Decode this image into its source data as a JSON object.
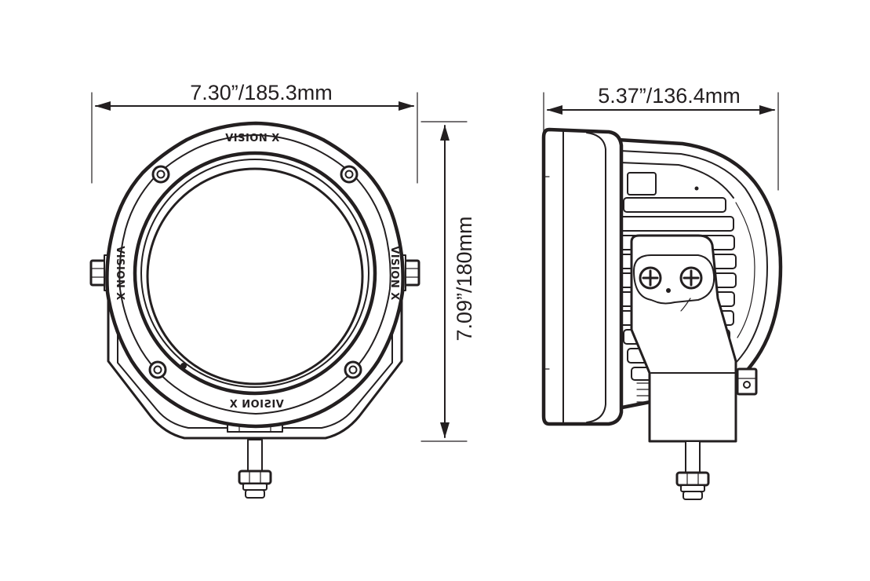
{
  "dimensions": {
    "front_width": "7.30”/185.3mm",
    "height": "7.09”/180mm",
    "side_depth": "5.37”/136.4mm"
  },
  "brand": {
    "top": "VISION X",
    "bottom": "VISION X",
    "left": "VISION X",
    "right": "VISION X"
  },
  "colors": {
    "ink": "#231f20",
    "background": "#ffffff"
  }
}
